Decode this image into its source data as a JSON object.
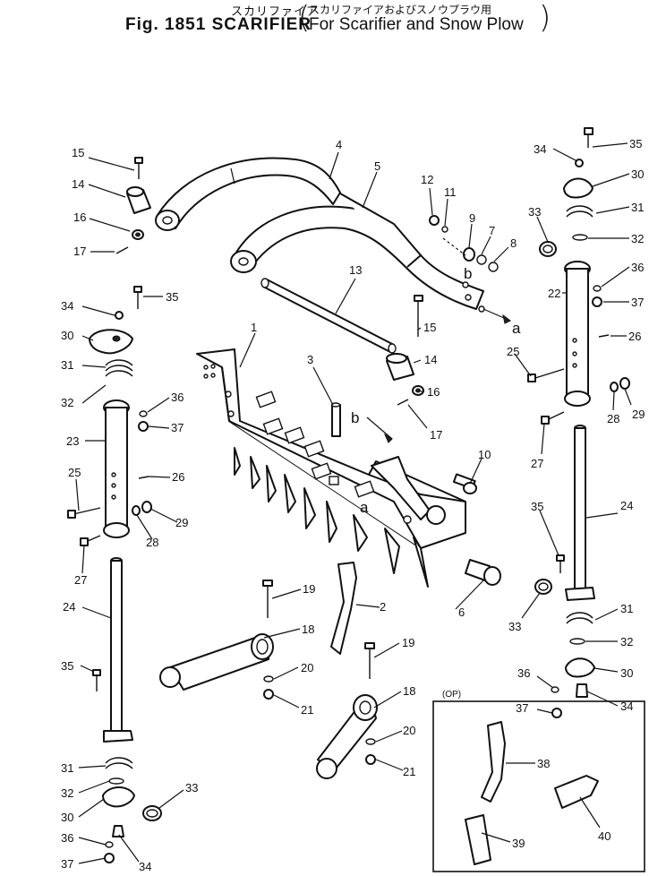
{
  "header": {
    "jp_main": "スカリファイア",
    "fig_title": "Fig. 1851 SCARIFIER",
    "jp_sub": "スカリファイアおよびスノウプラウ用",
    "en_sub": "For Scarifier and Snow Plow"
  },
  "ref_letters": {
    "a": "a",
    "b": "b"
  },
  "op_box": {
    "label": "(OP)"
  },
  "callouts": {
    "p1": "1",
    "p2": "2",
    "p3": "3",
    "p4": "4",
    "p5": "5",
    "p6": "6",
    "p7": "7",
    "p8": "8",
    "p9": "9",
    "p10": "10",
    "p11": "11",
    "p12": "12",
    "p13": "13",
    "p14": "14",
    "p15": "15",
    "p16": "16",
    "p17": "17",
    "p18": "18",
    "p19": "19",
    "p20": "20",
    "p21": "21",
    "p22": "22",
    "p23": "23",
    "p24": "24",
    "p25": "25",
    "p26": "26",
    "p27": "27",
    "p28": "28",
    "p29": "29",
    "p30": "30",
    "p31": "31",
    "p32": "32",
    "p33": "33",
    "p34": "34",
    "p35": "35",
    "p36": "36",
    "p37": "37",
    "p38": "38",
    "p39": "39",
    "p40": "40"
  }
}
